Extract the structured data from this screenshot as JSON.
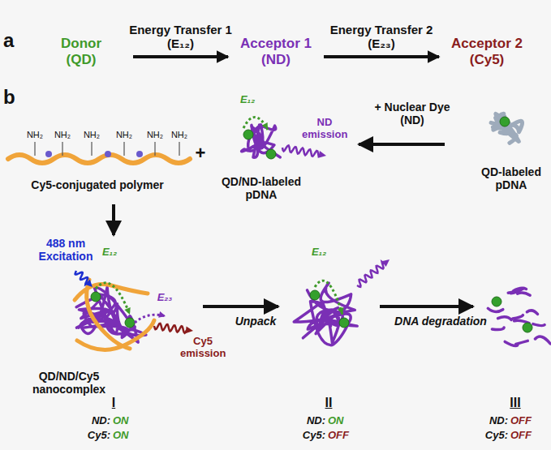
{
  "diagram": {
    "nodes": [
      {
        "text": [
          "Donor (QD)"
        ]
      },
      {
        "text": [
          "Acceptor 1 (ND)"
        ]
      },
      {
        "text": [
          "Acceptor 2 (Cy5)"
        ]
      }
    ],
    "edges": [
      {
        "from": 0,
        "to": 1,
        "arrow": "to",
        "label": "Energy Transfer 1 (E₁₂)"
      },
      {
        "from": 1,
        "to": 2,
        "arrow": "to",
        "label": "Energy Transfer 2 (E₂₃)"
      }
    ],
    "labels": [
      "a",
      "b",
      "NH₂",
      "NH₂",
      "NH₂",
      "NH₂",
      "NH₂",
      "NH₂",
      "Cy5-conjugated polymer",
      "+",
      "E₁₂",
      "ND emission",
      "QD/ND-labeled pDNA",
      "+ Nuclear Dye (ND)",
      "QD-labeled pDNA",
      "488 nm Excitation",
      "E₁₂",
      "E₂₃",
      "Cy5 emission",
      "QD/ND/Cy5 nanocomplex",
      "Unpack",
      "DNA degradation",
      "E₁₂",
      "I",
      "II",
      "III",
      "ND:",
      "ON",
      "Cy5:",
      "ON",
      "ND:",
      "ON",
      "Cy5:",
      "OFF",
      "ND:",
      "OFF",
      "Cy5:",
      "OFF"
    ]
  }
}
